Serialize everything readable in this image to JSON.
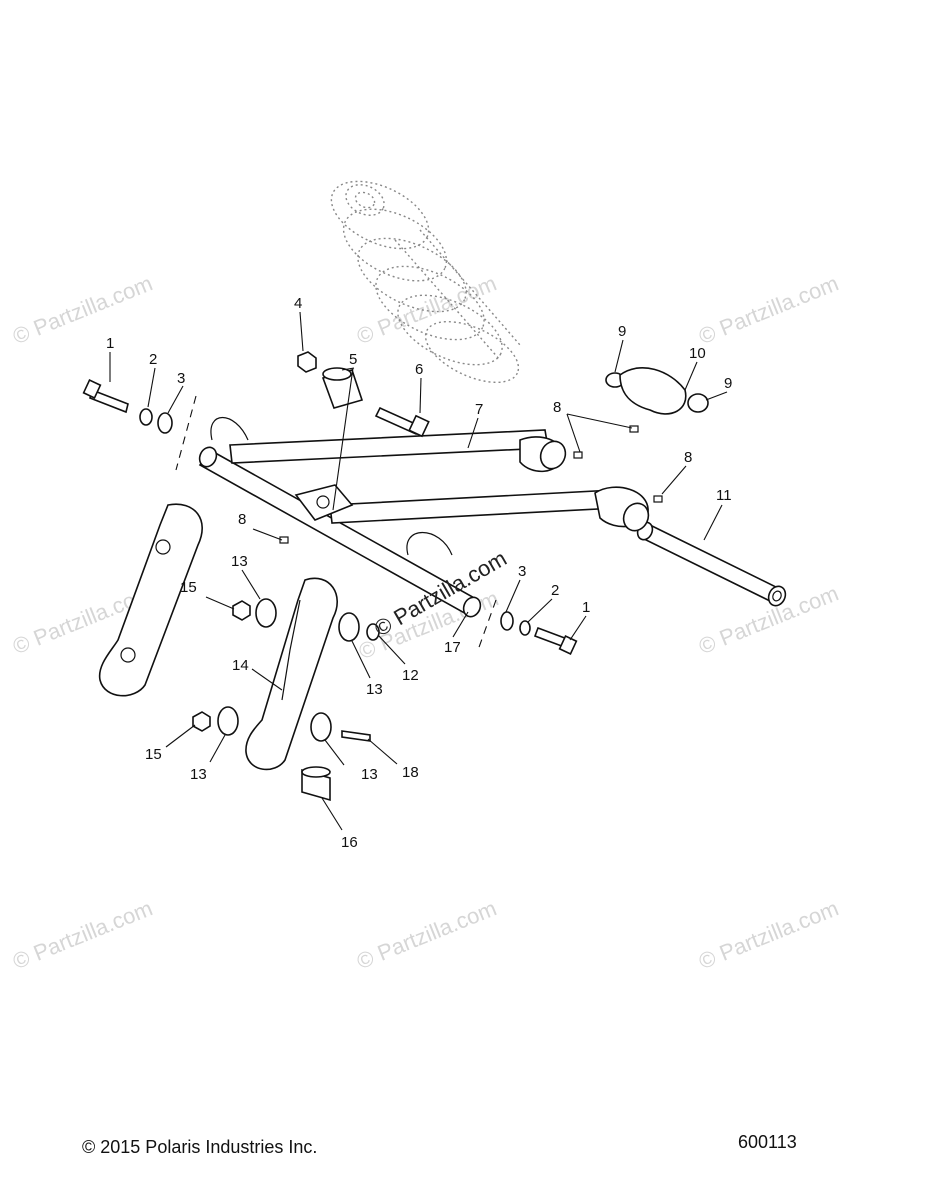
{
  "watermark_text": "© Partzilla.com",
  "footer": {
    "copyright": "© 2015 Polaris Industries Inc.",
    "figure_number": "600113"
  },
  "callouts": [
    {
      "id": "c1a",
      "label": "1"
    },
    {
      "id": "c2a",
      "label": "2"
    },
    {
      "id": "c3a",
      "label": "3"
    },
    {
      "id": "c4",
      "label": "4"
    },
    {
      "id": "c5",
      "label": "5"
    },
    {
      "id": "c6",
      "label": "6"
    },
    {
      "id": "c7",
      "label": "7"
    },
    {
      "id": "c8a",
      "label": "8"
    },
    {
      "id": "c9a",
      "label": "9"
    },
    {
      "id": "c10",
      "label": "10"
    },
    {
      "id": "c9b",
      "label": "9"
    },
    {
      "id": "c8b",
      "label": "8"
    },
    {
      "id": "c11",
      "label": "11"
    },
    {
      "id": "c8c",
      "label": "8"
    },
    {
      "id": "c13a",
      "label": "13"
    },
    {
      "id": "c15a",
      "label": "15"
    },
    {
      "id": "c3b",
      "label": "3"
    },
    {
      "id": "c2b",
      "label": "2"
    },
    {
      "id": "c1b",
      "label": "1"
    },
    {
      "id": "c17",
      "label": "17"
    },
    {
      "id": "c12",
      "label": "12"
    },
    {
      "id": "c13b",
      "label": "13"
    },
    {
      "id": "c14",
      "label": "14"
    },
    {
      "id": "c15b",
      "label": "15"
    },
    {
      "id": "c13c",
      "label": "13"
    },
    {
      "id": "c13d",
      "label": "13"
    },
    {
      "id": "c18",
      "label": "18"
    },
    {
      "id": "c16",
      "label": "16"
    }
  ]
}
